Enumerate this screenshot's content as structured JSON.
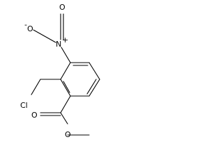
{
  "structure": {
    "atoms": {
      "nitro_o_top": {
        "label": "O"
      },
      "nitro_o_minus": {
        "label": "O"
      },
      "minus_sign": {
        "label": "-"
      },
      "nitro_n": {
        "label": "N"
      },
      "plus_sign": {
        "label": "+"
      },
      "chlorine": {
        "label": "Cl"
      },
      "carbonyl_o": {
        "label": "O"
      },
      "ester_o": {
        "label": "O"
      }
    }
  }
}
